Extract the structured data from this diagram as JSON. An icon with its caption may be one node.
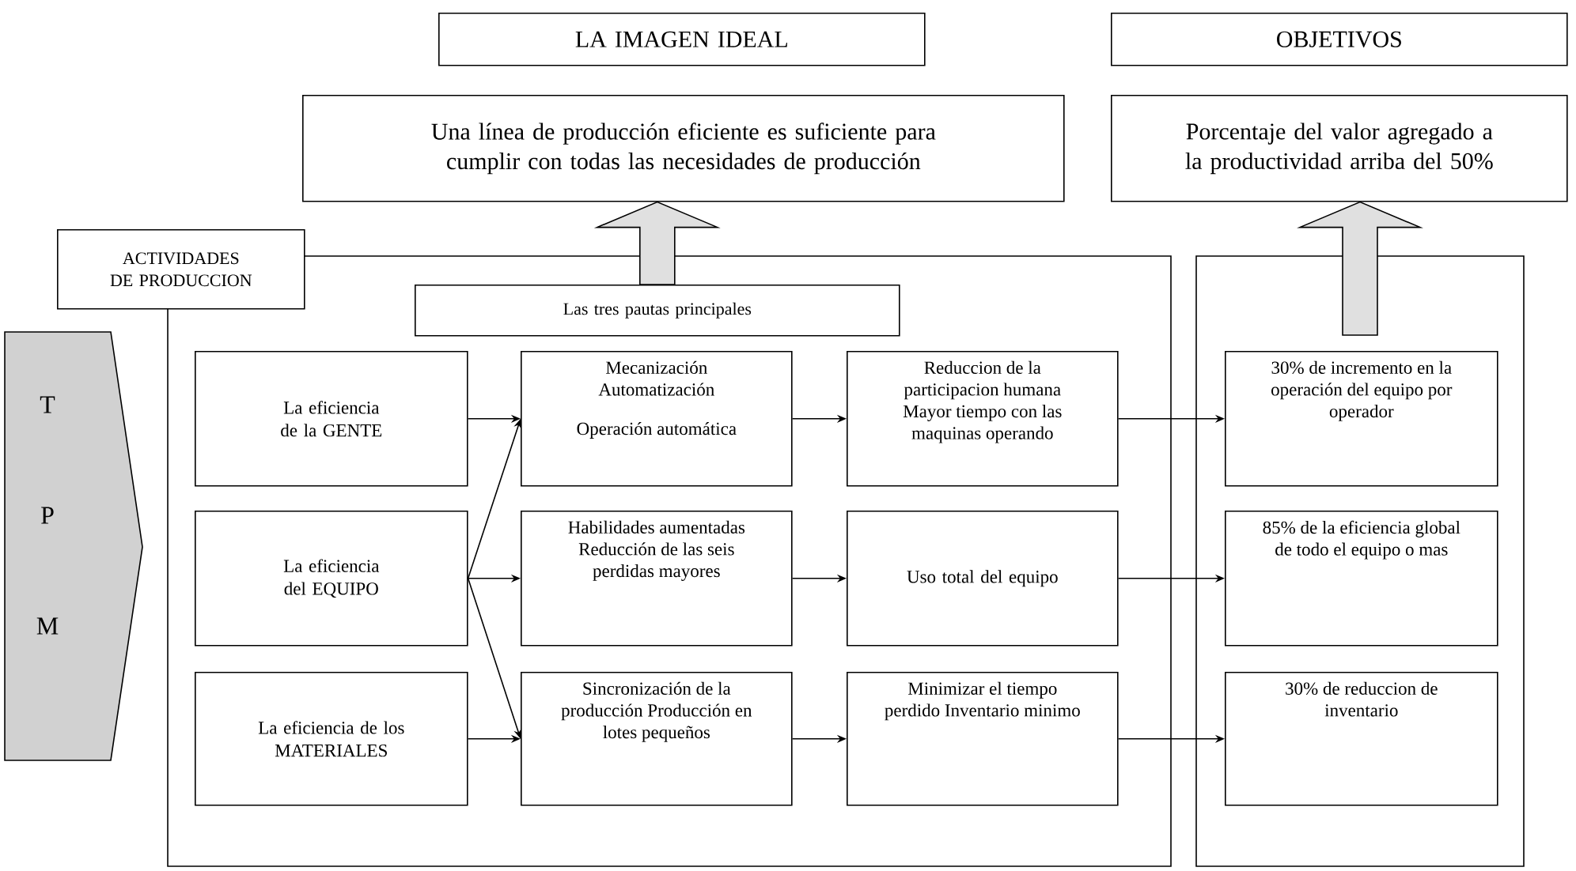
{
  "diagram": {
    "nodes": [
      {
        "text": [
          "LA IMAGEN IDEAL"
        ]
      },
      {
        "text": [
          "OBJETIVOS"
        ]
      },
      {
        "text": [
          "Una línea de producción eficiente es suficiente para cumplir con todas las necesidades de producción"
        ]
      },
      {
        "text": [
          "Porcentaje del valor agregado a la productividad arriba del 50%"
        ]
      },
      {
        "text": [
          "ACTIVIDADES DE PRODUCCION"
        ]
      },
      {
        "text": [
          "T",
          "P",
          "M"
        ]
      },
      {
        "text": [
          "Las tres pautas principales"
        ],
        "in": 4
      },
      {
        "text": [
          "La eficiencia de la GENTE"
        ],
        "in": 4
      },
      {
        "text": [
          "La eficiencia del EQUIPO"
        ],
        "in": 4
      },
      {
        "text": [
          "La eficiencia de los MATERIALES"
        ],
        "in": 4
      },
      {
        "text": [
          "Mecanización Automatización",
          "Operación automática"
        ],
        "in": 4
      },
      {
        "text": [
          "Habilidades aumentadas Reducción de las seis perdidas mayores"
        ],
        "in": 4
      },
      {
        "text": [
          "Sincronización de la producción Producción en lotes pequeños"
        ],
        "in": 4
      },
      {
        "text": [
          "Reduccion de la participacion humana Mayor tiempo con las maquinas operando"
        ],
        "in": 4
      },
      {
        "text": [
          "Uso total del equipo"
        ],
        "in": 4
      },
      {
        "text": [
          "Minimizar el tiempo perdido Inventario minimo"
        ],
        "in": 4
      },
      {
        "text": [],
        "shape": "box"
      },
      {
        "text": [
          "30% de incremento en la operación del equipo por operador"
        ],
        "in": 16
      },
      {
        "text": [
          "85% de la eficiencia global de todo el equipo o mas"
        ],
        "in": 16
      },
      {
        "text": [
          "30% de reduccion de inventario"
        ],
        "in": 16
      }
    ],
    "edges": [
      {
        "from": 6,
        "to": 2,
        "arrow": "to",
        "style": "thick"
      },
      {
        "from": 16,
        "to": 3,
        "arrow": "to",
        "style": "thick"
      },
      {
        "from": 7,
        "to": 10,
        "arrow": "to"
      },
      {
        "from": 8,
        "to": 10,
        "arrow": "to"
      },
      {
        "from": 8,
        "to": 11,
        "arrow": "to"
      },
      {
        "from": 8,
        "to": 12,
        "arrow": "to"
      },
      {
        "from": 9,
        "to": 12,
        "arrow": "to"
      },
      {
        "from": 10,
        "to": 13,
        "arrow": "to"
      },
      {
        "from": 11,
        "to": 14,
        "arrow": "to"
      },
      {
        "from": 12,
        "to": 15,
        "arrow": "to"
      },
      {
        "from": 13,
        "to": 17,
        "arrow": "to"
      },
      {
        "from": 14,
        "to": 18,
        "arrow": "to"
      },
      {
        "from": 15,
        "to": 19,
        "arrow": "to"
      }
    ]
  }
}
